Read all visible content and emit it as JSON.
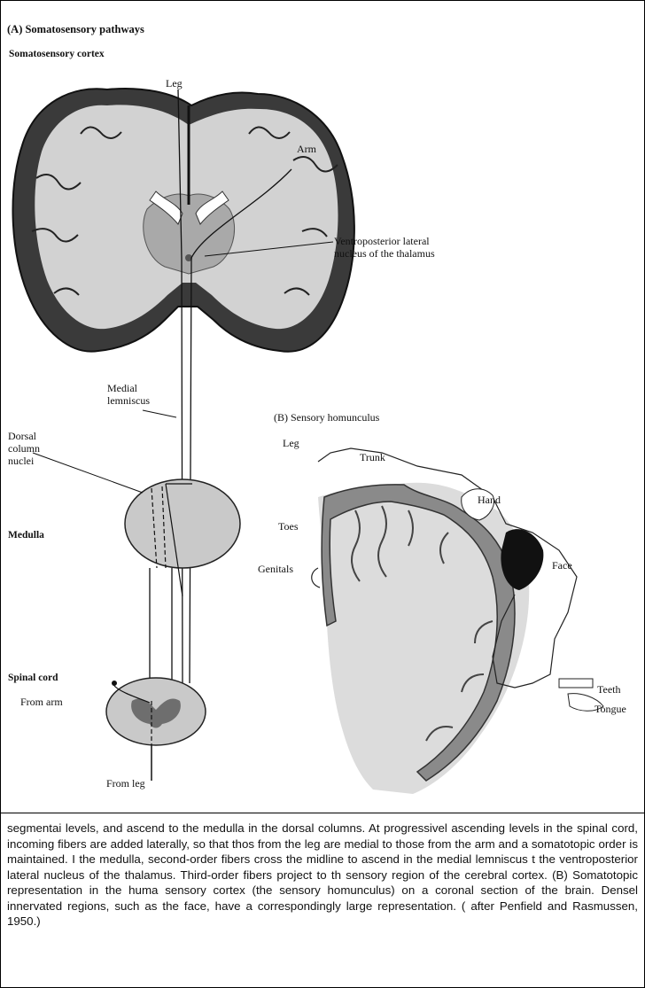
{
  "figure": {
    "panel_a_title": "(A)  Somatosensory pathways",
    "panel_b_title": "(B)  Sensory homunculus",
    "labels": {
      "somatosensory_cortex": "Somatosensory cortex",
      "leg_a": "Leg",
      "arm": "Arm",
      "vpl_nucleus": "Ventroposterior lateral\nnucleus of the thalamus",
      "medial_lemniscus": "Medial\nlemniscus",
      "dorsal_column_nuclei": "Dorsal\ncolumn\nnuclei",
      "medulla": "Medulla",
      "spinal_cord": "Spinal cord",
      "from_arm": "From arm",
      "from_leg": "From leg",
      "leg_b": "Leg",
      "trunk": "Trunk",
      "hand": "Hand",
      "toes": "Toes",
      "genitals": "Genitals",
      "face": "Face",
      "teeth": "Teeth",
      "tongue": "Tongue"
    },
    "colors": {
      "tissue_gray": "#bdbdbd",
      "cortex_dark": "#3a3a3a",
      "homunculus_gray": "#8a8a8a",
      "face_black": "#111111"
    }
  },
  "caption": "segmentai levels, and ascend to the medulla in the dorsal columns. At progressivel ascending levels in the spinal cord, incoming fibers are added laterally, so that thos from the leg are medial to those from the arm and a somatotopic order is maintained. I the medulla, second-order fibers cross the midline to ascend in the medial lemniscus t the ventroposterior lateral nucleus of the thalamus. Third-order fibers project to th sensory region of the cerebral cortex. (B) Somatotopic representation in the huma sensory cortex (the sensory homunculus) on a coronal section of the brain. Densel innervated regions, such as the face, have a correspondingly large representation. ( after Penfield and Rasmussen, 1950.)"
}
